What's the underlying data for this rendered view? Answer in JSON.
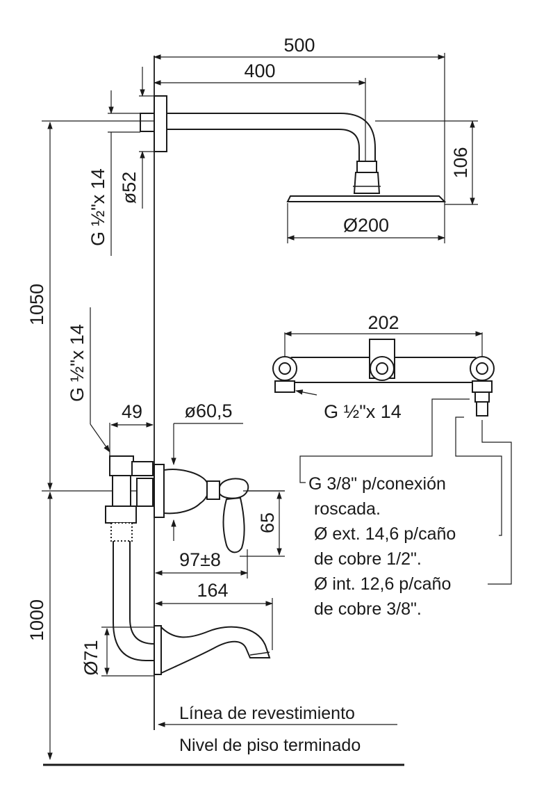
{
  "dimensions": {
    "width_500": "500",
    "width_400": "400",
    "height_106": "106",
    "diameter_200": "Ø200",
    "thread_top": "G ½\"x 14",
    "diameter_52": "ø52",
    "height_1050": "1050",
    "thread_mid": "G ½\"x 14",
    "offset_49": "49",
    "diameter_60_5": "ø60,5",
    "height_65": "65",
    "depth_97": "97±8",
    "spout_164": "164",
    "height_1000": "1000",
    "diameter_71": "Ø71",
    "spacing_202": "202",
    "thread_valve": "G ½\"x 14"
  },
  "notes": {
    "line1": "G 3/8\" p/conexión",
    "line2": "roscada.",
    "line3": "Ø ext. 14,6 p/caño",
    "line4": "de cobre 1/2\".",
    "line5": "Ø int. 12,6 p/caño",
    "line6": "de cobre 3/8\"."
  },
  "labels": {
    "wall_line": "Línea de revestimiento",
    "floor_level": "Nivel de piso terminado"
  }
}
